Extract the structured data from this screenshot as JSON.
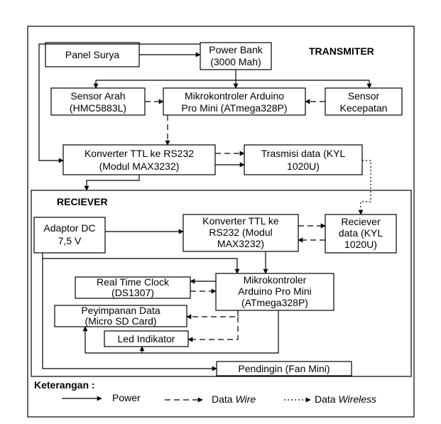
{
  "sections": {
    "transmitter": "TRANSMITER",
    "receiver": "RECIEVER"
  },
  "blocks": {
    "panel_surya": [
      "Panel Surya"
    ],
    "power_bank": [
      "Power Bank",
      "(3000 Mah)"
    ],
    "sensor_arah": [
      "Sensor Arah",
      "(HMC5883L)"
    ],
    "mikro_tx": [
      "Mikrokontroler Arduino",
      "Pro Mini (ATmega328P)"
    ],
    "sensor_kecepatan": [
      "Sensor",
      "Kecepatan"
    ],
    "konverter_tx": [
      "Konverter TTL ke RS232",
      "(Modul MAX3232)"
    ],
    "transmisi": [
      "Trasmisi data (KYL",
      "1020U)"
    ],
    "adaptor": [
      "Adaptor DC",
      "7,5 V"
    ],
    "konverter_rx": [
      "Konverter TTL ke",
      "RS232 (Modul",
      "MAX3232)"
    ],
    "reciever_data": [
      "Reciever",
      "data (KYL",
      "1020U)"
    ],
    "rtc": [
      "Real Time Clock",
      "(DS1307)"
    ],
    "mikro_rx": [
      "Mikrokontroler",
      "Arduino Pro Mini",
      "(ATmega328P)"
    ],
    "penyimpanan": [
      "Peyimpanan Data",
      "(Micro SD Card)"
    ],
    "led": [
      "Led Indikator"
    ],
    "pendingin": [
      "Pendingin (Fan Mini)"
    ]
  },
  "legend": {
    "title": "Keterangan :",
    "power": "Power",
    "data_wire_prefix": "Data ",
    "data_wire_em": "Wire",
    "data_wireless_prefix": "Data ",
    "data_wireless_em": "Wireless"
  }
}
